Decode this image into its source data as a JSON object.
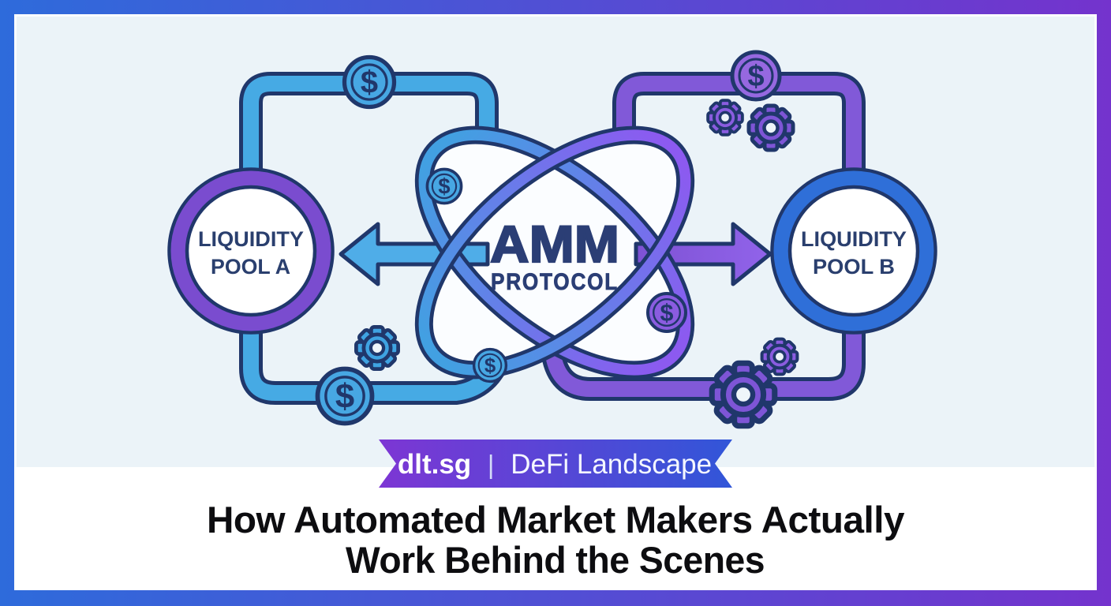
{
  "frame": {
    "border_gradient_start": "#2e6bdb",
    "border_gradient_end": "#7433cd",
    "panel_bg": "#ebf3f8",
    "lower_bg": "#ffffff"
  },
  "diagram": {
    "pool_a": {
      "line1": "LIQUIDITY",
      "line2": "POOL A",
      "ring_color": "#7a4ccf"
    },
    "pool_b": {
      "line1": "LIQUIDITY",
      "line2": "POOL B",
      "ring_color": "#2f6fd8"
    },
    "center": {
      "title": "AMM",
      "subtitle": "PROTOCOL",
      "text_color": "#2b3e75"
    },
    "colors": {
      "outline_navy": "#20376b",
      "pipe_blue": "#46aae4",
      "pipe_purple": "#8159d8",
      "orbit_blue": "#42a0e2",
      "orbit_purple": "#8c5af0",
      "arrow_blue": "#4fade8",
      "arrow_purple": "#8758dd",
      "coin_blue": "#47a7e3",
      "coin_purple": "#9668e0",
      "gear_blue": "#3fa3e2",
      "gear_purple": "#7e55d6"
    },
    "icons": {
      "dollar": "$",
      "coin_icon": "dollar-coin",
      "gear_icon": "gear"
    }
  },
  "ribbon": {
    "brand": "dlt.sg",
    "separator": "|",
    "series": "DeFi Landscape",
    "gradient_start": "#7d36d4",
    "gradient_end": "#3156d8"
  },
  "title": {
    "line1": "How Automated Market Makers Actually",
    "line2": "Work Behind the Scenes",
    "color": "#0d0d10"
  }
}
